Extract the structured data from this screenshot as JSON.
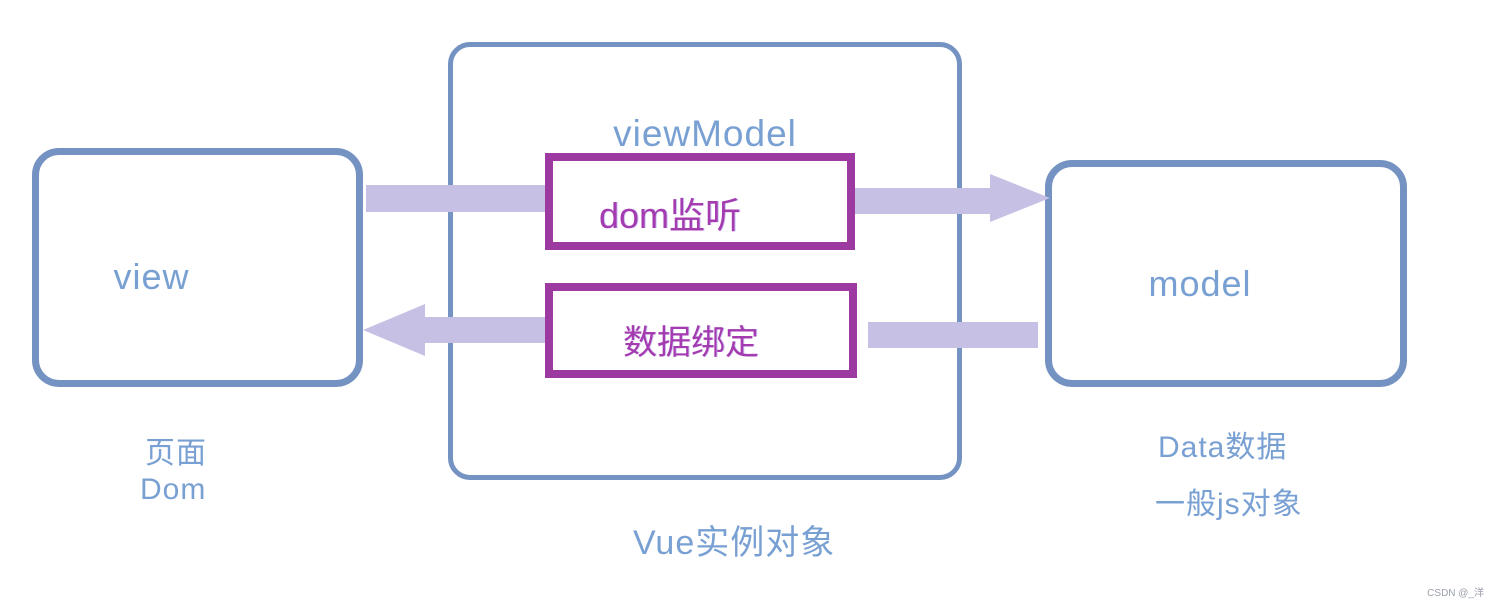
{
  "colors": {
    "box_border_blue": "#7492c2",
    "label_text_blue": "#79a0d3",
    "process_border_magenta": "#9d3aa2",
    "process_text_magenta": "#a43bb0",
    "arrow_lavender": "#c6c0e5",
    "watermark_gray": "#9aa0aa"
  },
  "diagram": {
    "boxes": {
      "view": {
        "label": "view"
      },
      "viewmodel": {
        "title": "viewModel"
      },
      "model": {
        "label": "model"
      }
    },
    "processes": {
      "dom_listener": "dom监听",
      "data_binding": "数据绑定"
    },
    "captions": {
      "view_caption_1": "页面",
      "view_caption_2": "Dom",
      "viewmodel_caption": "Vue实例对象",
      "model_caption_1": "Data数据",
      "model_caption_2": "一般js对象"
    },
    "watermark": "CSDN @_洋"
  }
}
